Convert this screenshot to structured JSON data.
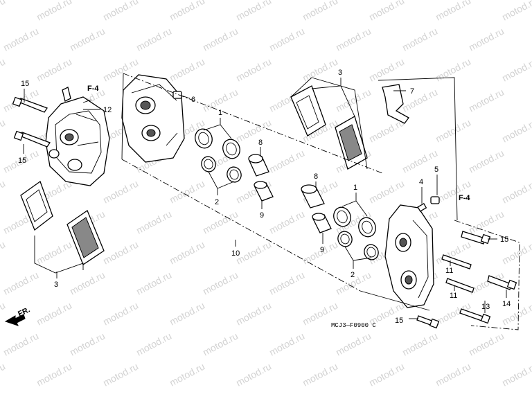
{
  "watermark": "motod.ru",
  "diagram_code": "MCJ3—F0900 C",
  "front_marker": "FR.",
  "refs": [
    "F-4",
    "F-4"
  ],
  "callouts": [
    {
      "id": "15-top-left",
      "text": "15"
    },
    {
      "id": "15-left-lower",
      "text": "15"
    },
    {
      "id": "12",
      "text": "12"
    },
    {
      "id": "6",
      "text": "6"
    },
    {
      "id": "1-upper",
      "text": "1"
    },
    {
      "id": "2-upper",
      "text": "2"
    },
    {
      "id": "8-upper",
      "text": "8"
    },
    {
      "id": "9-upper",
      "text": "9"
    },
    {
      "id": "3-upper",
      "text": "3"
    },
    {
      "id": "7",
      "text": "7"
    },
    {
      "id": "4",
      "text": "4"
    },
    {
      "id": "5",
      "text": "5"
    },
    {
      "id": "8-lower",
      "text": "8"
    },
    {
      "id": "1-lower",
      "text": "1"
    },
    {
      "id": "9-lower",
      "text": "9"
    },
    {
      "id": "2-lower",
      "text": "2"
    },
    {
      "id": "10",
      "text": "10"
    },
    {
      "id": "3-lower",
      "text": "3"
    },
    {
      "id": "15-right",
      "text": "15"
    },
    {
      "id": "11-a",
      "text": "11"
    },
    {
      "id": "11-b",
      "text": "11"
    },
    {
      "id": "13",
      "text": "13"
    },
    {
      "id": "14",
      "text": "14"
    },
    {
      "id": "15-bottom",
      "text": "15"
    }
  ]
}
